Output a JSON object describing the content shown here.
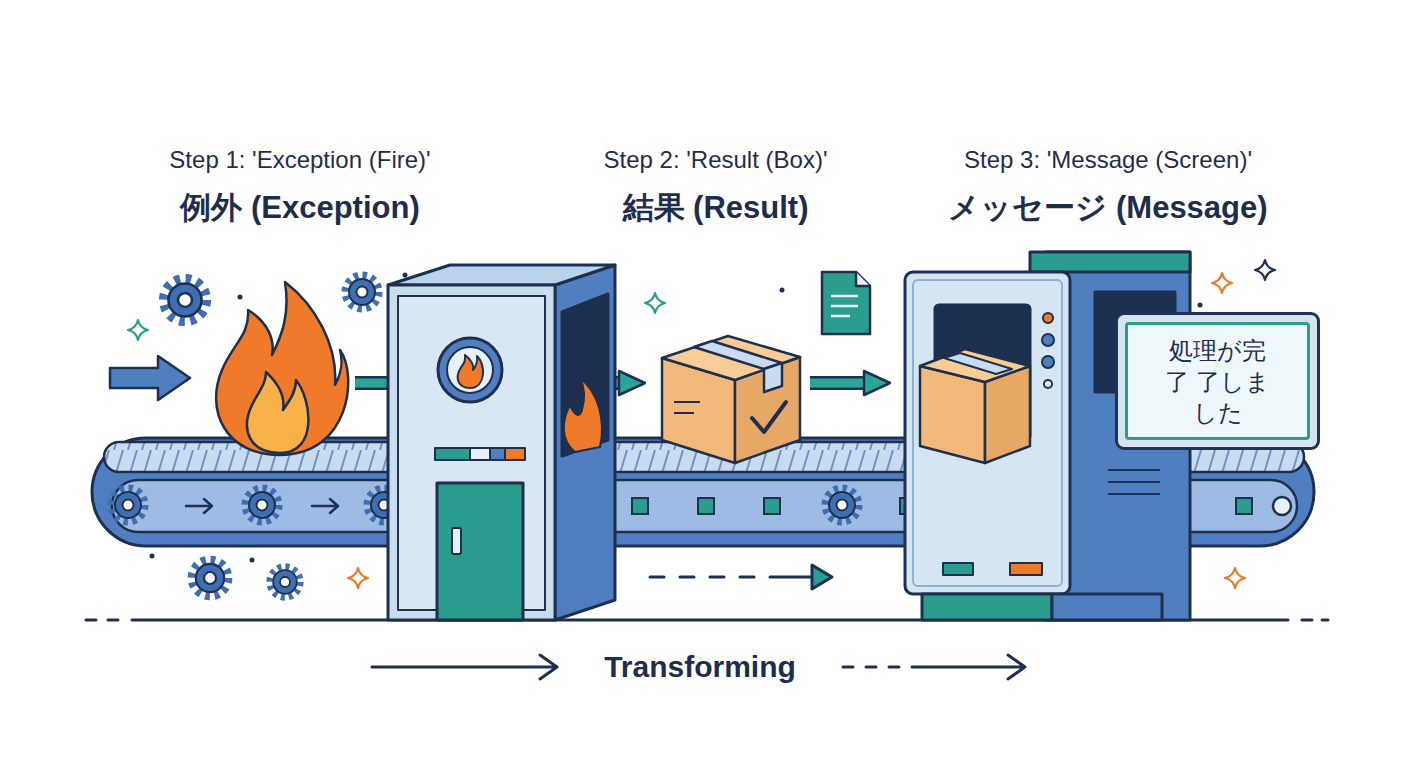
{
  "diagram": {
    "nodes": [
      {
        "text": [
          "Step 1: 'Exception (Fire)'",
          "例外 (Exception)"
        ]
      },
      {
        "text": [
          "Step 2: 'Result (Box)'",
          "結果 (Result)"
        ]
      },
      {
        "text": [
          "Step 3: 'Message (Screen)'",
          "メッセージ (Message)"
        ]
      },
      {
        "text": [
          "処理が完了 了しました"
        ],
        "in": 2
      }
    ],
    "edges": [
      {
        "from": 0,
        "to": 1,
        "arrow": "to"
      },
      {
        "from": 1,
        "to": 2,
        "arrow": "to"
      }
    ],
    "labels": [
      "Transforming"
    ]
  }
}
